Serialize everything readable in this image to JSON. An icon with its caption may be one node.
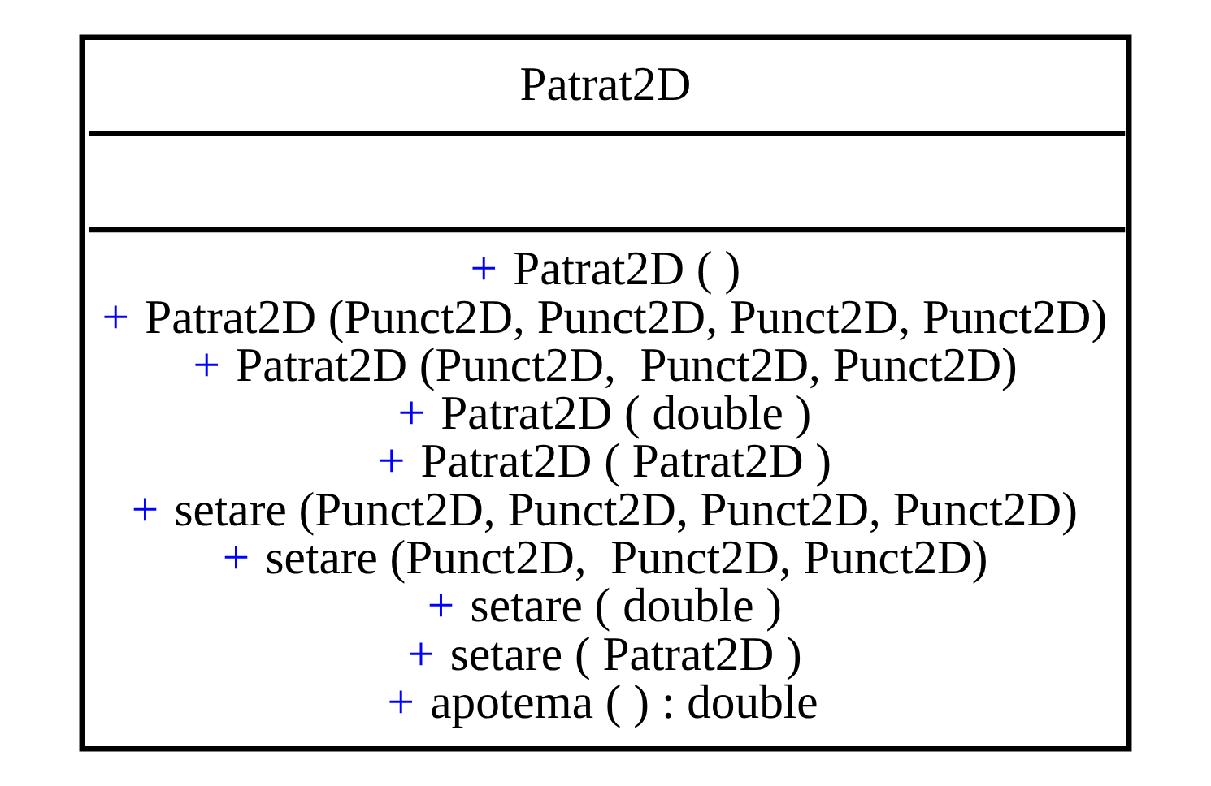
{
  "diagram": {
    "nodes": [
      {
        "text": [
          "Patrat2D",
          "+ Patrat2D ( )",
          "+ Patrat2D (Punct2D, Punct2D, Punct2D, Punct2D)",
          "+ Patrat2D (Punct2D,  Punct2D, Punct2D)",
          "+ Patrat2D ( double )",
          "+ Patrat2D ( Patrat2D )",
          "+ setare (Punct2D, Punct2D, Punct2D, Punct2D)",
          "+ setare (Punct2D,  Punct2D, Punct2D)",
          "+ setare ( double )",
          "+ setare ( Patrat2D )",
          "+ apotema ( ) : double"
        ]
      }
    ]
  }
}
